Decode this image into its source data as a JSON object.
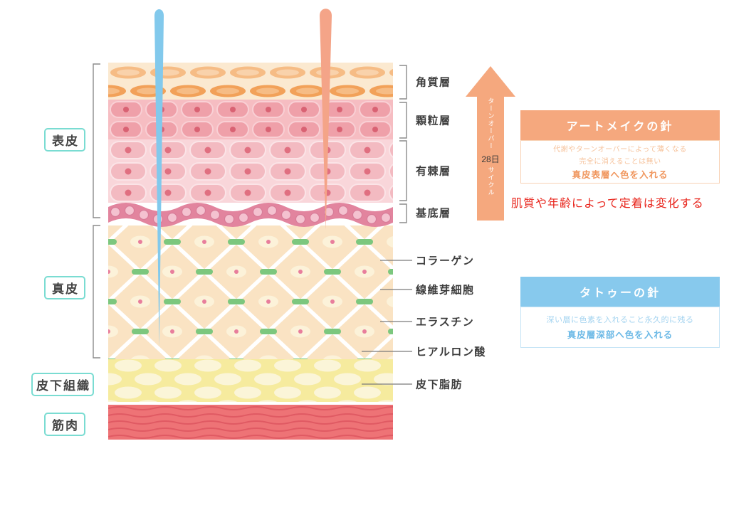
{
  "side_labels": {
    "epidermis": "表皮",
    "dermis": "真皮",
    "subcutaneous_tissue": "皮下組織",
    "muscle": "筋肉"
  },
  "layer_annotations": {
    "stratum_corneum": "角質層",
    "granular_layer": "顆粒層",
    "spinous_layer": "有棘層",
    "basal_layer": "基底層",
    "collagen": "コラーゲン",
    "fibroblast": "線維芽細胞",
    "elastin": "エラスチン",
    "hyaluronic_acid": "ヒアルロン酸",
    "subcutaneous_fat": "皮下脂肪"
  },
  "turnover_arrow": {
    "top_label": "ターンオーバー",
    "days": "28日",
    "bottom_label": "サイクル"
  },
  "artmake_panel": {
    "title": "アートメイクの針",
    "desc_line1": "代謝やターンオーバーによって薄くなる",
    "desc_line2": "完全に消えることは無い",
    "highlight": "真皮表層へ色を入れる"
  },
  "note_red": "肌質や年齢によって定着は変化する",
  "tattoo_panel": {
    "title": "タトゥーの針",
    "desc_line1": "深い層に色素を入れること永久的に残る",
    "highlight": "真皮層深部へ色を入れる"
  },
  "colors": {
    "artmake_orange": "#F5A87E",
    "tattoo_blue": "#87C9ED",
    "label_teal": "#7ADCD2",
    "note_red": "#E8231A"
  }
}
